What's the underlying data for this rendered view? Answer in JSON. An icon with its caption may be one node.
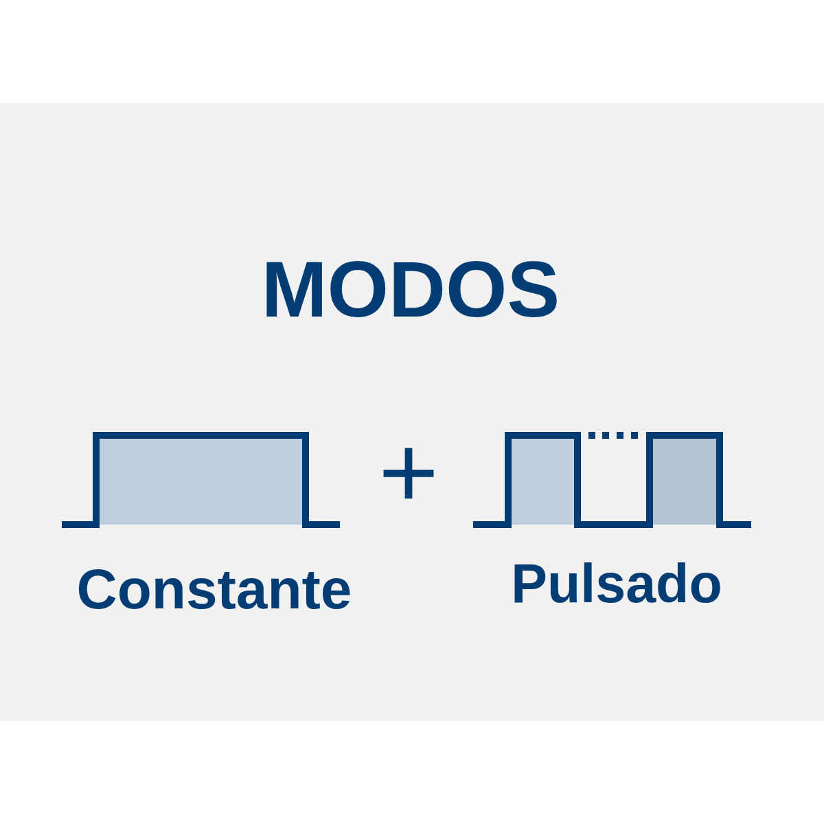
{
  "diagram": {
    "title": "MODOS",
    "labels": [
      "+",
      "Constante",
      "Pulsado"
    ]
  }
}
